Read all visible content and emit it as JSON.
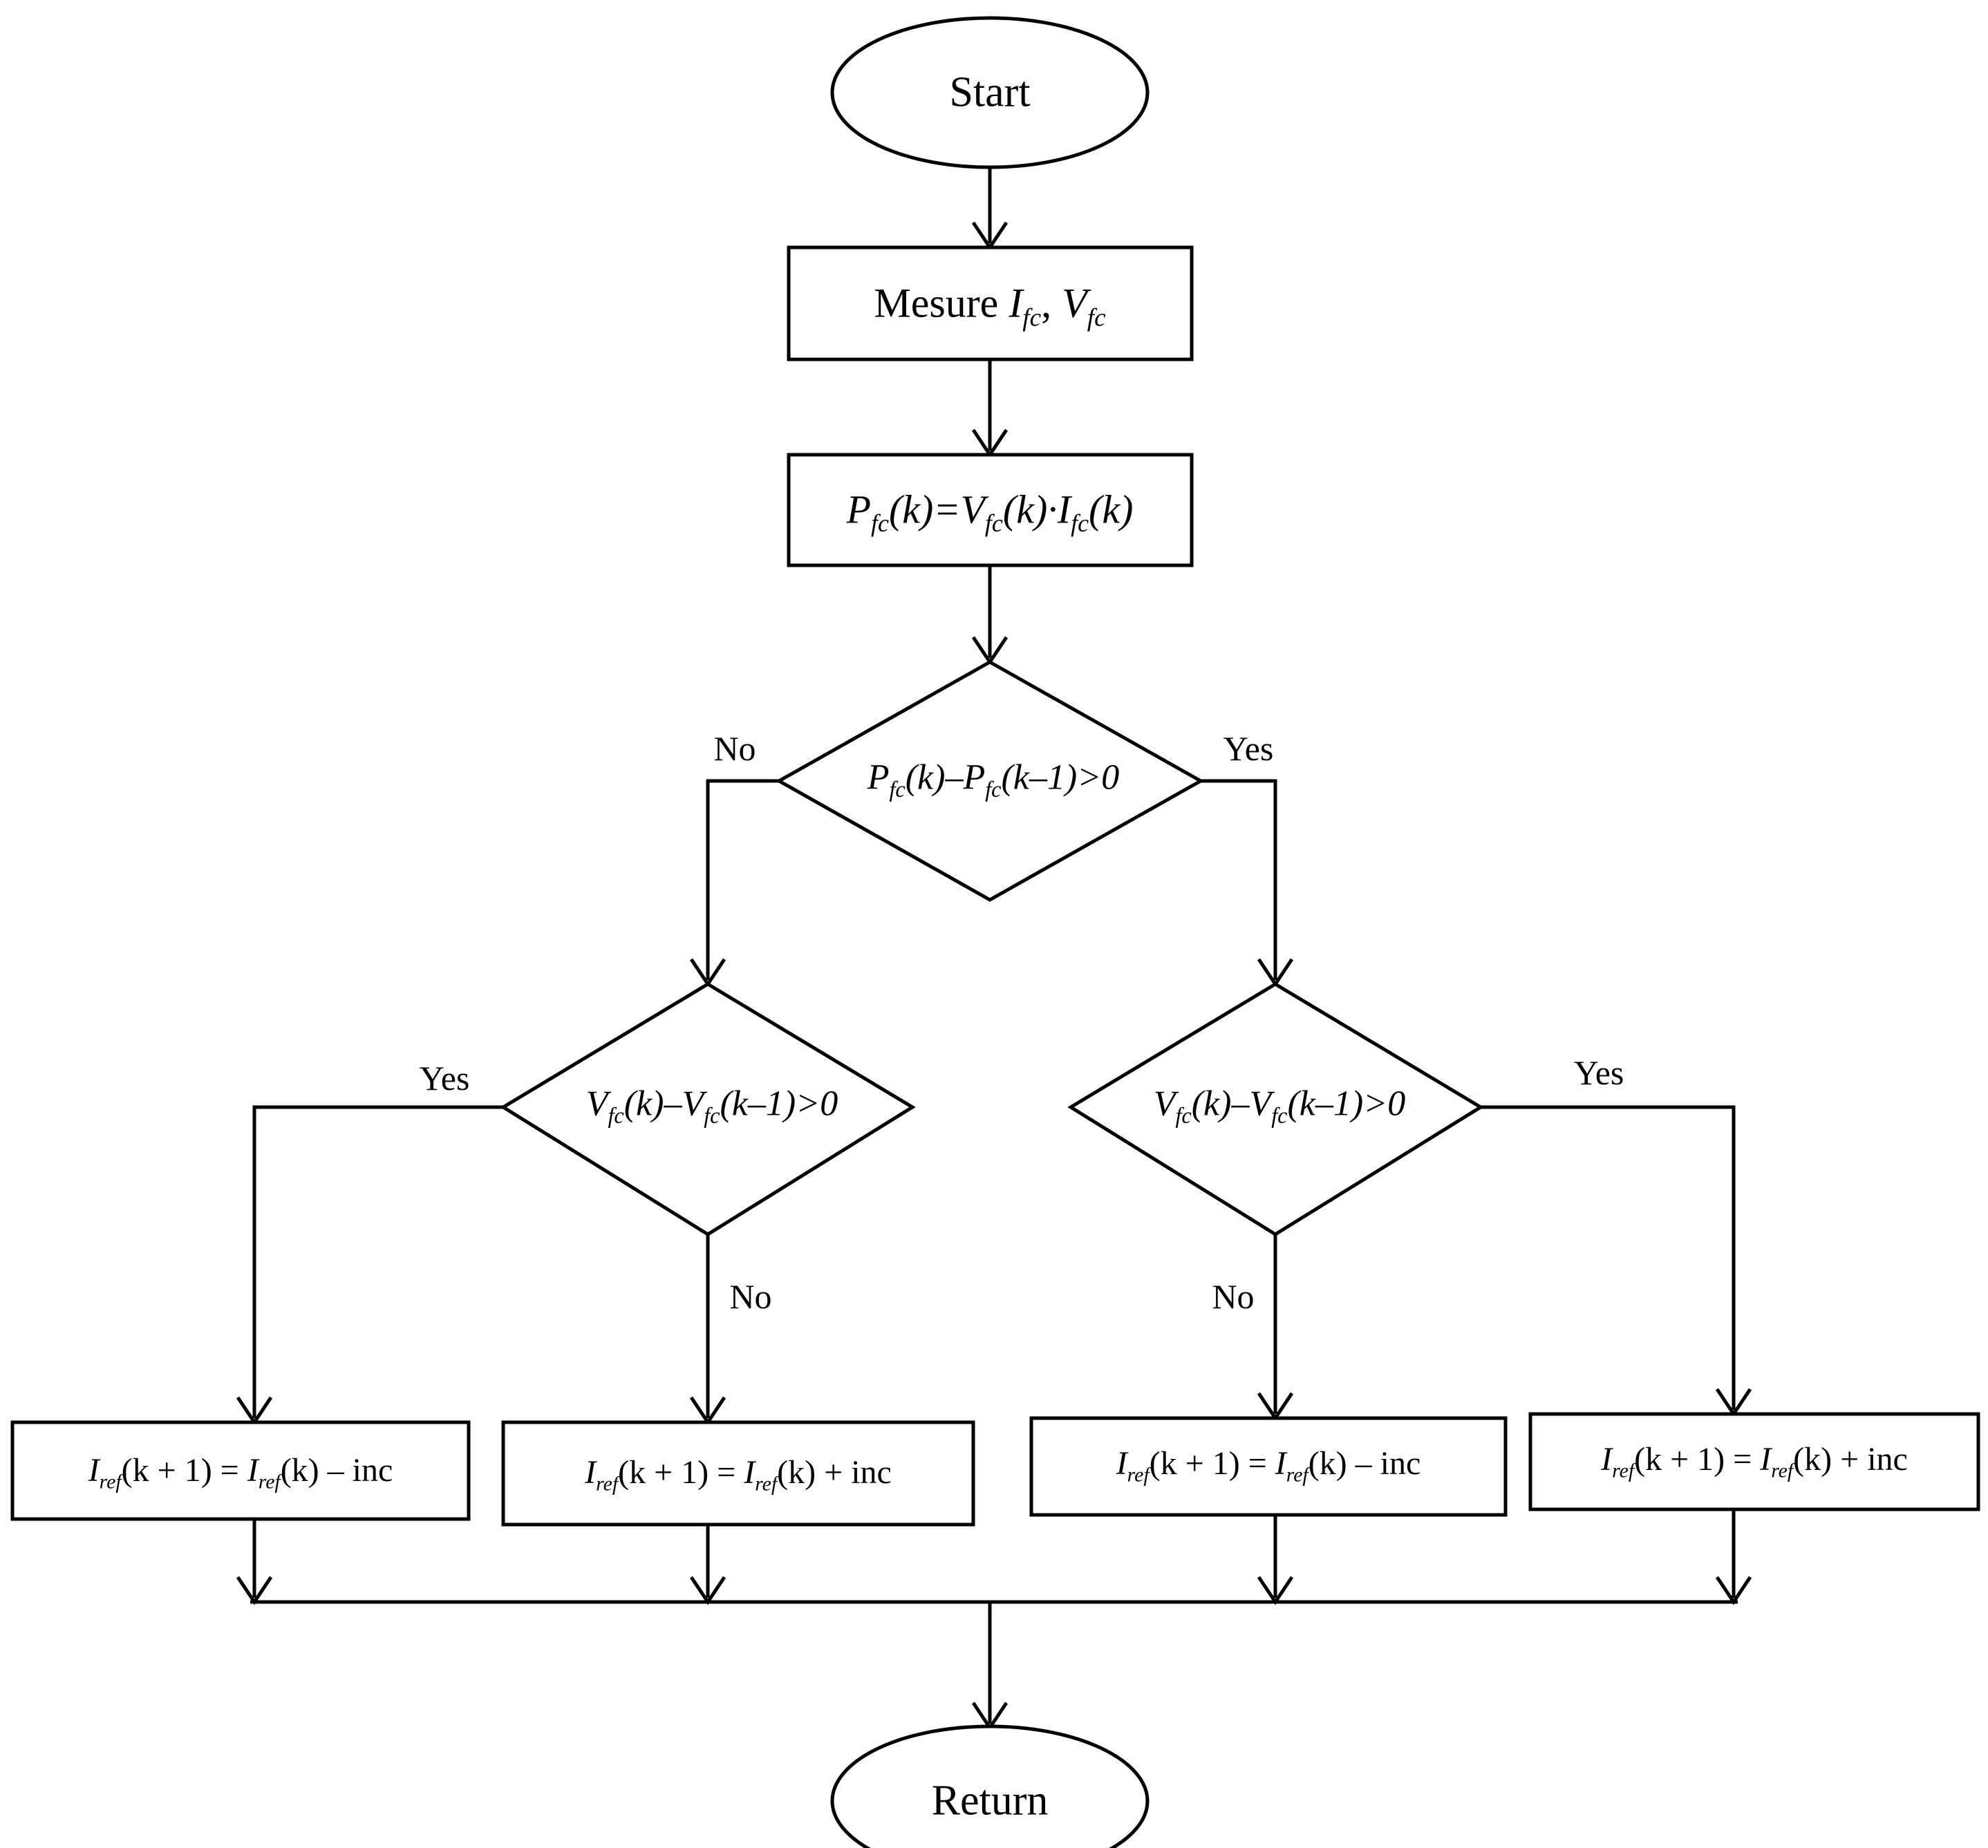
{
  "diagram": {
    "title": "MPPT Perturb and Observe flowchart",
    "stroke_color": "#000000",
    "fill_color": "#ffffff"
  },
  "nodes": {
    "start": {
      "label": "Start",
      "shape": "ellipse"
    },
    "measure": {
      "label": "Mesure",
      "var1_base": "I",
      "var1_sub": "fc",
      "separator": ", ",
      "var2_base": "V",
      "var2_sub": "fc",
      "shape": "process"
    },
    "power": {
      "p_base": "P",
      "p_sub": "fc",
      "p_arg": "(k)",
      "eq": "=",
      "v_base": "V",
      "v_sub": "fc",
      "v_arg": "(k)",
      "dot": "·",
      "i_base": "I",
      "i_sub": "fc",
      "i_arg": "(k)",
      "shape": "process"
    },
    "decision_power": {
      "a_base": "P",
      "a_sub": "fc",
      "a_arg": "(k)",
      "minus": "–",
      "b_base": "P",
      "b_sub": "fc",
      "b_arg": "(k–1)",
      "cmp": ">0",
      "shape": "diamond",
      "left_label": "No",
      "right_label": "Yes"
    },
    "decision_voltage_left": {
      "a_base": "V",
      "a_sub": "fc",
      "a_arg": "(k)",
      "minus": "–",
      "b_base": "V",
      "b_sub": "fc",
      "b_arg": "(k–1)",
      "cmp": ">0",
      "shape": "diamond",
      "left_label": "Yes",
      "bottom_label": "No"
    },
    "decision_voltage_right": {
      "a_base": "V",
      "a_sub": "fc",
      "a_arg": "(k)",
      "minus": "–",
      "b_base": "V",
      "b_sub": "fc",
      "b_arg": "(k–1)",
      "cmp": ">0",
      "shape": "diamond",
      "right_label": "Yes",
      "bottom_label": "No"
    },
    "action1": {
      "lhs_base": "I",
      "lhs_sub": "ref",
      "lhs_arg": "(k + 1)",
      "eq": " = ",
      "rhs_base": "I",
      "rhs_sub": "ref",
      "rhs_arg": "(k)",
      "op": " – ",
      "term": "inc",
      "shape": "process"
    },
    "action2": {
      "lhs_base": "I",
      "lhs_sub": "ref",
      "lhs_arg": "(k + 1)",
      "eq": " = ",
      "rhs_base": "I",
      "rhs_sub": "ref",
      "rhs_arg": "(k)",
      "op": " + ",
      "term": "inc",
      "shape": "process"
    },
    "action3": {
      "lhs_base": "I",
      "lhs_sub": "ref",
      "lhs_arg": "(k + 1)",
      "eq": " = ",
      "rhs_base": "I",
      "rhs_sub": "ref",
      "rhs_arg": "(k)",
      "op": " – ",
      "term": "inc",
      "shape": "process"
    },
    "action4": {
      "lhs_base": "I",
      "lhs_sub": "ref",
      "lhs_arg": "(k + 1)",
      "eq": " = ",
      "rhs_base": "I",
      "rhs_sub": "ref",
      "rhs_arg": "(k)",
      "op": " + ",
      "term": "inc",
      "shape": "process"
    },
    "return": {
      "label": "Return",
      "shape": "ellipse"
    }
  },
  "branch_labels": {
    "power_no": "No",
    "power_yes": "Yes",
    "left_yes": "Yes",
    "left_no": "No",
    "right_no": "No",
    "right_yes": "Yes"
  }
}
